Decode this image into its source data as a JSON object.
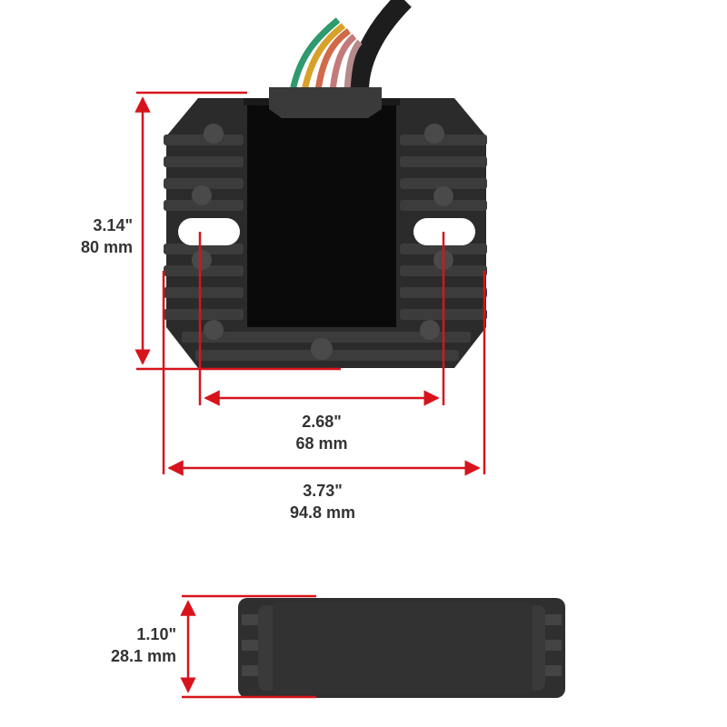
{
  "dimensions": {
    "height": {
      "inches": "3.14\"",
      "mm": "80 mm"
    },
    "hole_spacing": {
      "inches": "2.68\"",
      "mm": "68 mm"
    },
    "width": {
      "inches": "3.73\"",
      "mm": "94.8 mm"
    },
    "depth": {
      "inches": "1.10\"",
      "mm": "28.1 mm"
    }
  },
  "colors": {
    "dimension_line": "#d7141c",
    "body": "#2a2a2a",
    "fin": "#3a3a3a",
    "background": "#ffffff"
  },
  "wires": [
    "#2e9a6e",
    "#d8a12a",
    "#d06a4a",
    "#c47a7a",
    "#b58a8a"
  ]
}
